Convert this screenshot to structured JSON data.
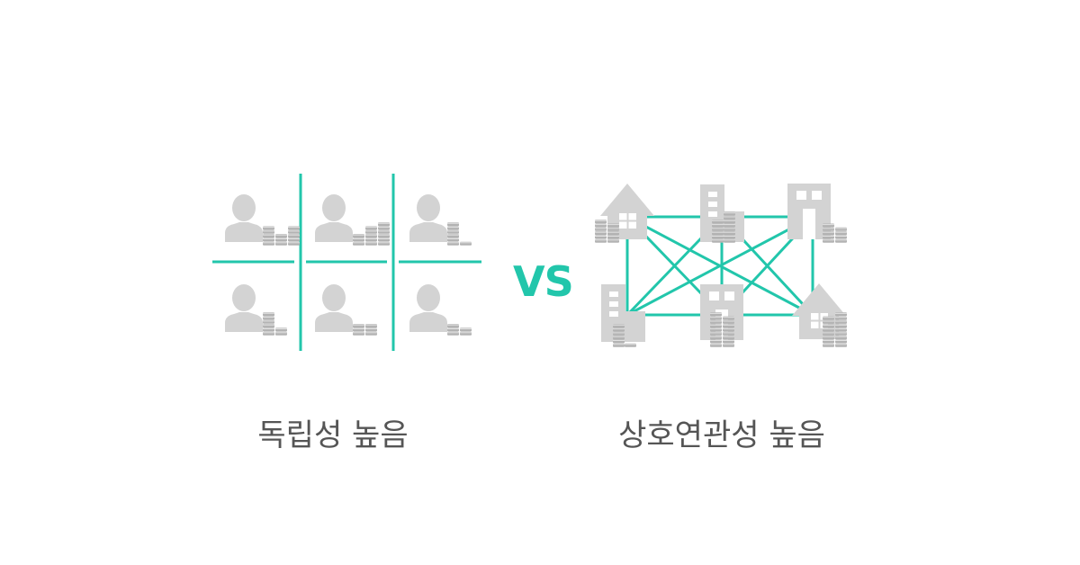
{
  "left_panel": {
    "caption": "독립성 높음",
    "people": [
      {
        "label": "person-1",
        "coin_stacks": [
          5,
          3,
          5
        ]
      },
      {
        "label": "person-2",
        "coin_stacks": [
          3,
          5,
          6
        ]
      },
      {
        "label": "person-3",
        "coin_stacks": [
          6,
          1
        ]
      },
      {
        "label": "person-4",
        "coin_stacks": [
          6,
          2
        ]
      },
      {
        "label": "person-5",
        "coin_stacks": [
          3,
          3
        ]
      },
      {
        "label": "person-6",
        "coin_stacks": [
          3,
          2
        ]
      }
    ]
  },
  "vs_label": "VS",
  "right_panel": {
    "caption": "상호연관성 높음",
    "buildings": [
      {
        "label": "house-top-left",
        "kind": "house"
      },
      {
        "label": "tower-top-middle",
        "kind": "tower"
      },
      {
        "label": "office-top-right",
        "kind": "office"
      },
      {
        "label": "tower-bottom-left",
        "kind": "tower"
      },
      {
        "label": "office-bottom-middle",
        "kind": "office"
      },
      {
        "label": "house-bottom-right",
        "kind": "house"
      }
    ]
  },
  "colors": {
    "accent": "#22c6ab",
    "icon_gray": "#d3d3d3",
    "coin_gray": "#b8b8b8",
    "caption_text": "#555555"
  }
}
